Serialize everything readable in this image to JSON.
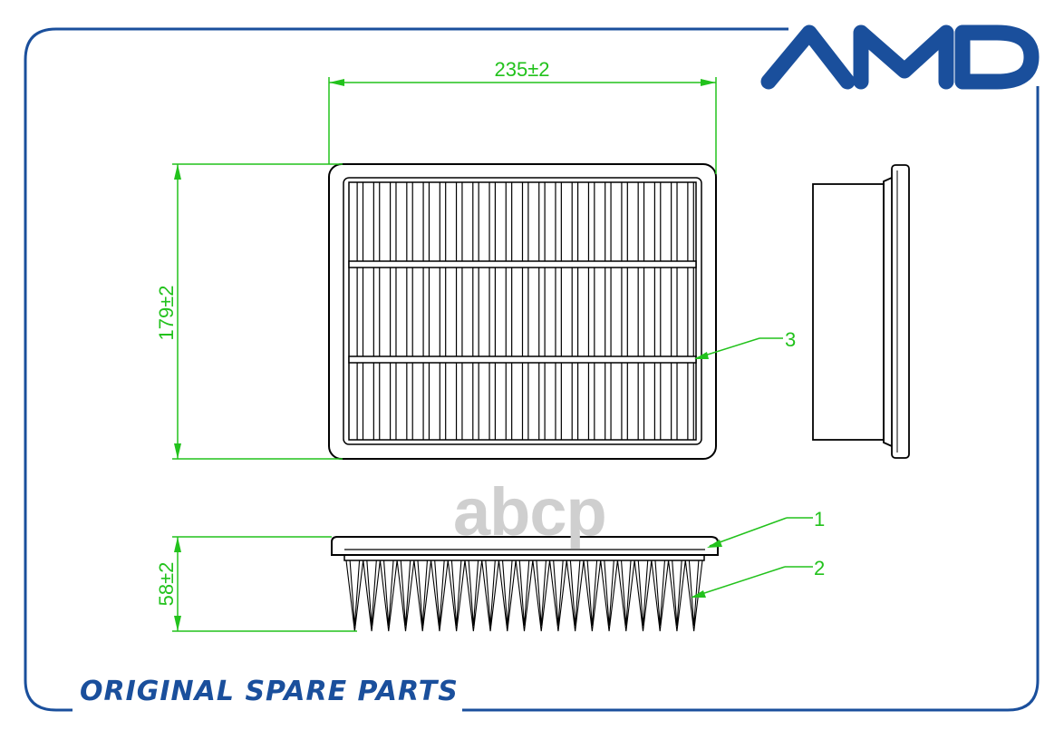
{
  "brand": {
    "logo_text": "AMD",
    "color": "#1a4f9c"
  },
  "watermark": {
    "text": "abcp"
  },
  "footer": {
    "text": "ORIGINAL SPARE PARTS"
  },
  "dimensions": {
    "width": "235±2",
    "height": "179±2",
    "depth": "58±2"
  },
  "callouts": {
    "c1": "1",
    "c2": "2",
    "c3": "3"
  },
  "colors": {
    "dimension": "#22c21c",
    "frame": "#1a4f9c",
    "drawing": "#000000"
  }
}
